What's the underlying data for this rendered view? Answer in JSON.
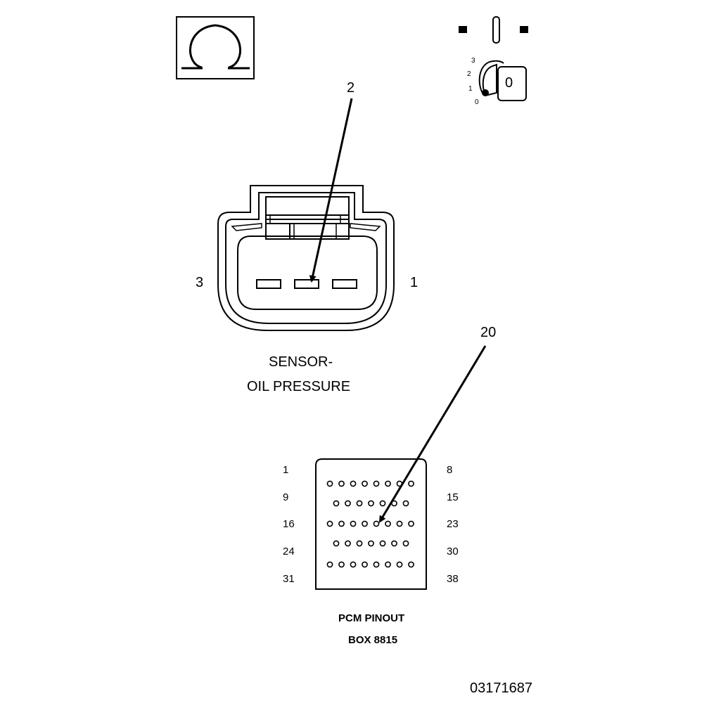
{
  "meter_symbol": {
    "icon": "ohm-meter-icon"
  },
  "ignition": {
    "icon": "ignition-key-icon",
    "positions": [
      "3",
      "2",
      "1",
      "0"
    ],
    "key_label": "0"
  },
  "sensor": {
    "title_line1": "SENSOR-",
    "title_line2": "OIL PRESSURE",
    "pin_left": "3",
    "pin_right": "1",
    "callout": "2"
  },
  "pcm": {
    "title_line1": "PCM PINOUT",
    "title_line2": "BOX 8815",
    "callout": "20",
    "row_labels_left": [
      "1",
      "9",
      "16",
      "24",
      "31"
    ],
    "row_labels_right": [
      "8",
      "15",
      "23",
      "30",
      "38"
    ]
  },
  "figure_id": "03171687"
}
